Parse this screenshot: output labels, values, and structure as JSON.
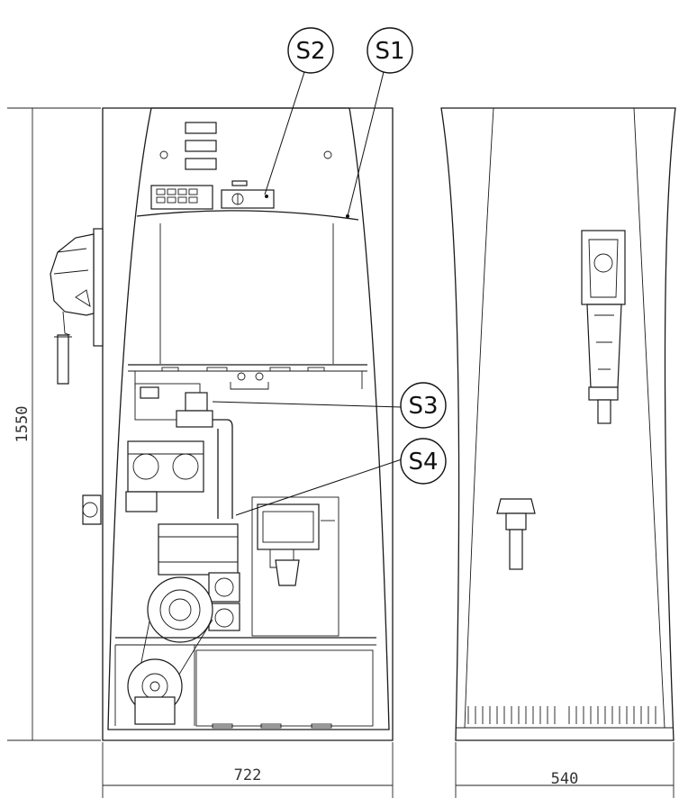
{
  "dimensions": {
    "height": "1550",
    "width_front": "722",
    "width_side": "540"
  },
  "callouts": [
    {
      "id": "s1",
      "label": "S1"
    },
    {
      "id": "s2",
      "label": "S2"
    },
    {
      "id": "s3",
      "label": "S3"
    },
    {
      "id": "s4",
      "label": "S4"
    }
  ]
}
